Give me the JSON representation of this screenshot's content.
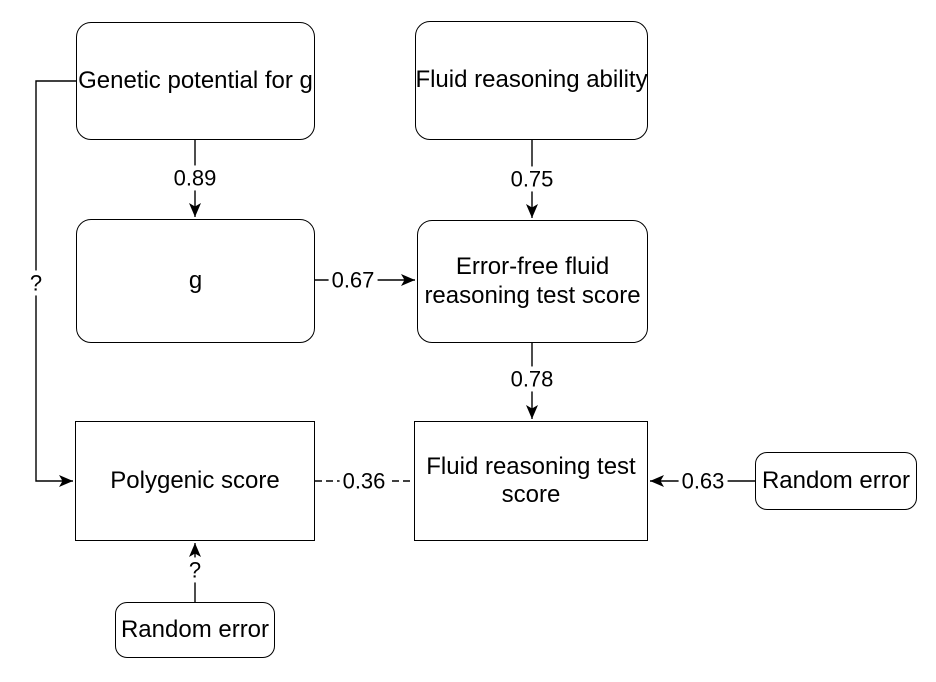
{
  "diagram": {
    "type": "path-diagram",
    "colors": {
      "stroke": "#000000",
      "fill": "#ffffff",
      "text": "#000000"
    },
    "nodes": [
      {
        "id": "genetic_potential",
        "label": "Genetic potential for g",
        "shape": "rounded"
      },
      {
        "id": "fluid_ability",
        "label": "Fluid reasoning ability",
        "shape": "rounded"
      },
      {
        "id": "g",
        "label": "g",
        "shape": "rounded"
      },
      {
        "id": "error_free_score",
        "label": "Error-free fluid reasoning test score",
        "shape": "rounded"
      },
      {
        "id": "polygenic_score",
        "label": "Polygenic score",
        "shape": "rectangle"
      },
      {
        "id": "fluid_test_score",
        "label": "Fluid reasoning test score",
        "shape": "rectangle"
      },
      {
        "id": "random_error_right",
        "label": "Random error",
        "shape": "rounded"
      },
      {
        "id": "random_error_bottom",
        "label": "Random error",
        "shape": "rounded"
      }
    ],
    "edges": [
      {
        "from": "genetic_potential",
        "to": "g",
        "label": "0.89",
        "style": "solid",
        "arrow": "end"
      },
      {
        "from": "fluid_ability",
        "to": "error_free_score",
        "label": "0.75",
        "style": "solid",
        "arrow": "end"
      },
      {
        "from": "g",
        "to": "error_free_score",
        "label": "0.67",
        "style": "solid",
        "arrow": "end"
      },
      {
        "from": "error_free_score",
        "to": "fluid_test_score",
        "label": "0.78",
        "style": "solid",
        "arrow": "end"
      },
      {
        "from": "polygenic_score",
        "to": "fluid_test_score",
        "label": "0.36",
        "style": "dashed",
        "arrow": "none"
      },
      {
        "from": "random_error_right",
        "to": "fluid_test_score",
        "label": "0.63",
        "style": "solid",
        "arrow": "end"
      },
      {
        "from": "random_error_bottom",
        "to": "polygenic_score",
        "label": "?",
        "style": "solid",
        "arrow": "end"
      },
      {
        "from": "genetic_potential",
        "to": "polygenic_score",
        "label": "?",
        "style": "solid",
        "arrow": "end"
      }
    ]
  }
}
